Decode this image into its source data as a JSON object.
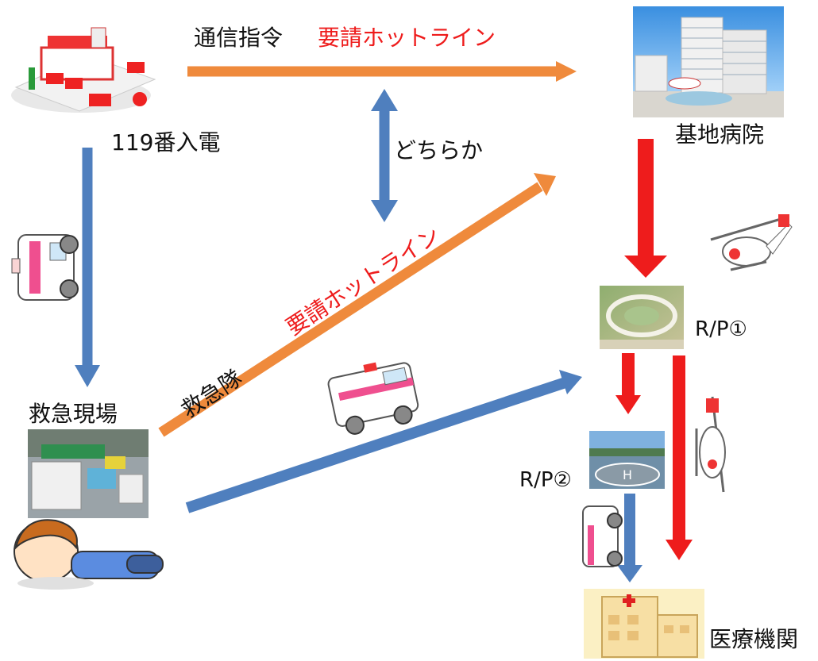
{
  "labels": {
    "dispatch": "通信指令",
    "hotline_top": "要請ホットライン",
    "call_119": "119番入電",
    "either": "どちらか",
    "base_hospital": "基地病院",
    "hotline_diag": "要請ホットライン",
    "ambulance_team": "救急隊",
    "scene": "救急現場",
    "rp1": "R/P①",
    "rp2": "R/P②",
    "medical_institution": "医療機関"
  },
  "colors": {
    "orange_arrow": "#ef8a3c",
    "blue_arrow": "#4f7fbe",
    "red_arrow": "#ee1c1c",
    "red_text": "#ee1c1c"
  },
  "icons": [
    "fire-station-icon",
    "hospital-building-icon",
    "ambulance-icon",
    "helicopter-icon",
    "helipad-icon",
    "clinic-building-icon",
    "accident-scene-icon",
    "injured-person-icon"
  ]
}
